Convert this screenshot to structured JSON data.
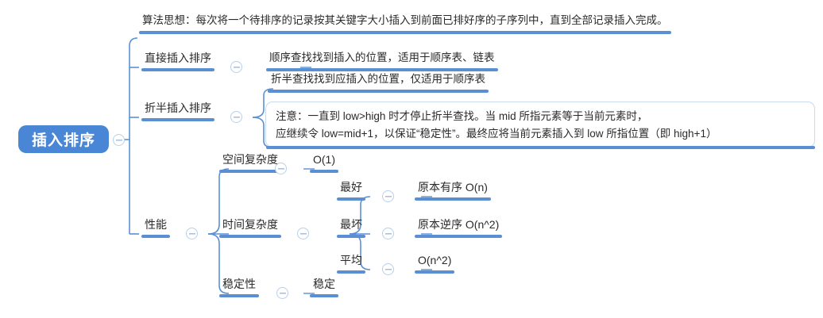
{
  "diagram": {
    "type": "mind-map",
    "title": "插入排序",
    "root": {
      "label": "插入排序"
    },
    "nodes": {
      "idea": "算法思想：每次将一个待排序的记录按其关键字大小插入到前面已排好序的子序列中，直到全部记录插入完成。",
      "direct_insert": "直接插入排序",
      "direct_insert_detail": "顺序查找找到插入的位置，适用于顺序表、链表",
      "binary_insert": "折半插入排序",
      "binary_insert_detail": "折半查找找到应插入的位置，仅适用于顺序表",
      "binary_note_line1": "注意：一直到 low>high 时才停止折半查找。当 mid 所指元素等于当前元素时，",
      "binary_note_line2": "应继续令 low=mid+1，以保证“稳定性”。最终应将当前元素插入到 low 所指位置（即 high+1）",
      "performance": "性能",
      "space_complexity": "空间复杂度",
      "space_complexity_value": "O(1)",
      "time_complexity": "时间复杂度",
      "best": "最好",
      "best_value": "原本有序 O(n)",
      "worst": "最坏",
      "worst_value": "原本逆序 O(n^2)",
      "average": "平均",
      "average_value": "O(n^2)",
      "stability": "稳定性",
      "stability_value": "稳定"
    },
    "colors": {
      "root_fill": "#4a86d6",
      "root_text": "#ffffff",
      "branch_line": "#5b8fd4",
      "underline_bar": "#5b8fd4",
      "toggle_border": "#b9cfe9",
      "note_border": "#c9d9ee",
      "text": "#2a2a2a",
      "background": "#ffffff"
    }
  }
}
